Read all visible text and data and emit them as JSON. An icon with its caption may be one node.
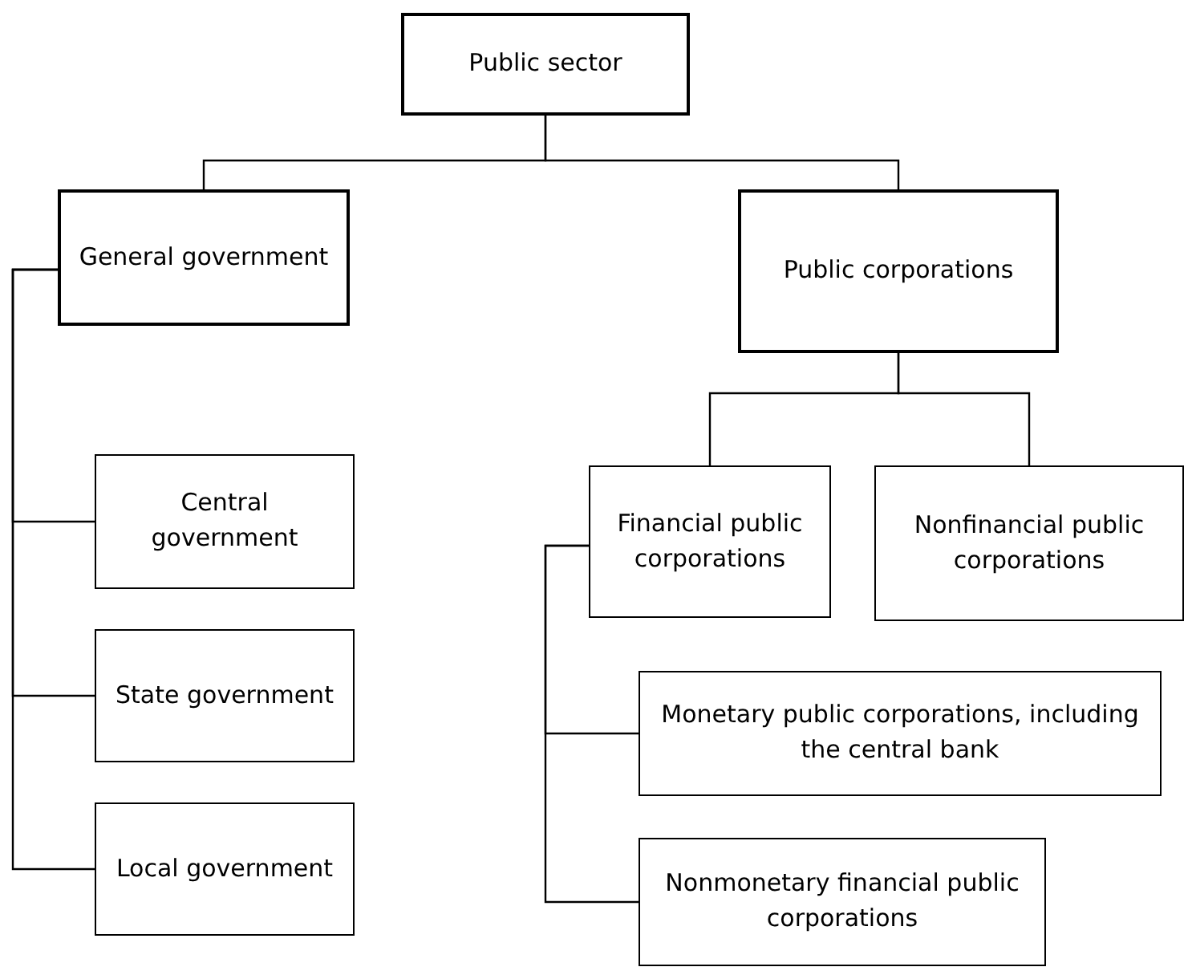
{
  "diagram": {
    "nodes": [
      {
        "text": [
          "Public sector"
        ]
      },
      {
        "text": [
          "General government"
        ]
      },
      {
        "text": [
          "Public corporations"
        ]
      },
      {
        "text": [
          "Central government"
        ]
      },
      {
        "text": [
          "State government"
        ]
      },
      {
        "text": [
          "Local government"
        ]
      },
      {
        "text": [
          "Financial public corporations"
        ]
      },
      {
        "text": [
          "Nonfinancial public corporations"
        ]
      },
      {
        "text": [
          "Monetary public corporations, including the central bank"
        ]
      },
      {
        "text": [
          "Nonmonetary financial public corporations"
        ]
      }
    ],
    "edges": [
      {
        "from": 0,
        "to": 1,
        "arrow": "none"
      },
      {
        "from": 0,
        "to": 2,
        "arrow": "none"
      },
      {
        "from": 1,
        "to": 3,
        "arrow": "none"
      },
      {
        "from": 1,
        "to": 4,
        "arrow": "none"
      },
      {
        "from": 1,
        "to": 5,
        "arrow": "none"
      },
      {
        "from": 2,
        "to": 6,
        "arrow": "none"
      },
      {
        "from": 2,
        "to": 7,
        "arrow": "none"
      },
      {
        "from": 6,
        "to": 8,
        "arrow": "none"
      },
      {
        "from": 6,
        "to": 9,
        "arrow": "none"
      }
    ]
  }
}
